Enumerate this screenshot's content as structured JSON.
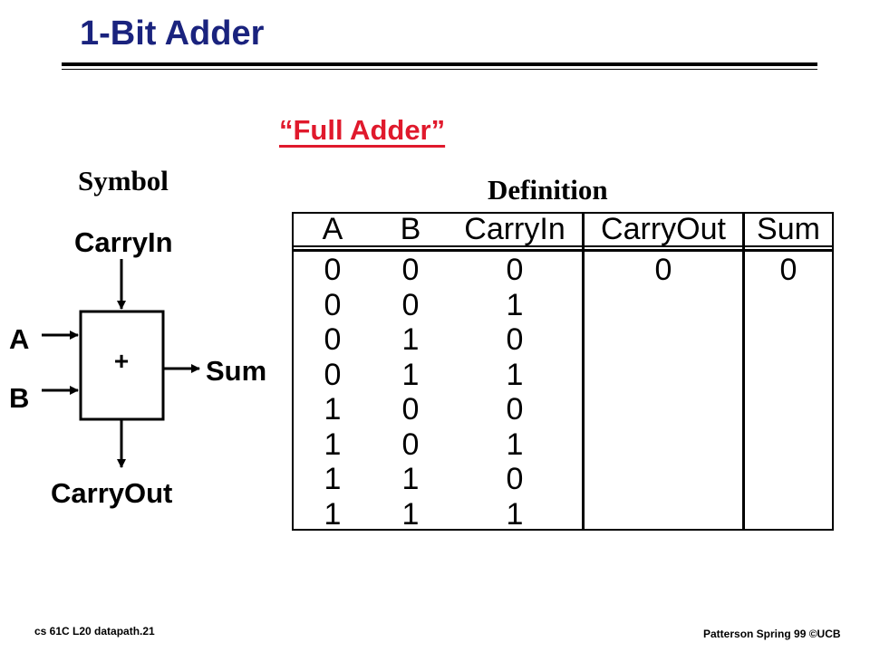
{
  "slide": {
    "title": "1-Bit Adder",
    "subtitle": "“Full Adder”"
  },
  "symbol": {
    "heading": "Symbol",
    "carry_in_label": "CarryIn",
    "a_label": "A",
    "b_label": "B",
    "operator": "+",
    "sum_label": "Sum",
    "carry_out_label": "CarryOut"
  },
  "definition": {
    "heading": "Definition",
    "columns": [
      "A",
      "B",
      "CarryIn",
      "CarryOut",
      "Sum"
    ],
    "rows": [
      [
        "0",
        "0",
        "0",
        "0",
        "0"
      ],
      [
        "0",
        "0",
        "1",
        "",
        ""
      ],
      [
        "0",
        "1",
        "0",
        "",
        ""
      ],
      [
        "0",
        "1",
        "1",
        "",
        ""
      ],
      [
        "1",
        "0",
        "0",
        "",
        ""
      ],
      [
        "1",
        "0",
        "1",
        "",
        ""
      ],
      [
        "1",
        "1",
        "0",
        "",
        ""
      ],
      [
        "1",
        "1",
        "1",
        "",
        ""
      ]
    ]
  },
  "footer": {
    "left": "cs 61C  L20  datapath.21",
    "right": "Patterson  Spring 99  ©UCB"
  },
  "colors": {
    "title": "#1a237e",
    "subtitle": "#e0192c"
  }
}
